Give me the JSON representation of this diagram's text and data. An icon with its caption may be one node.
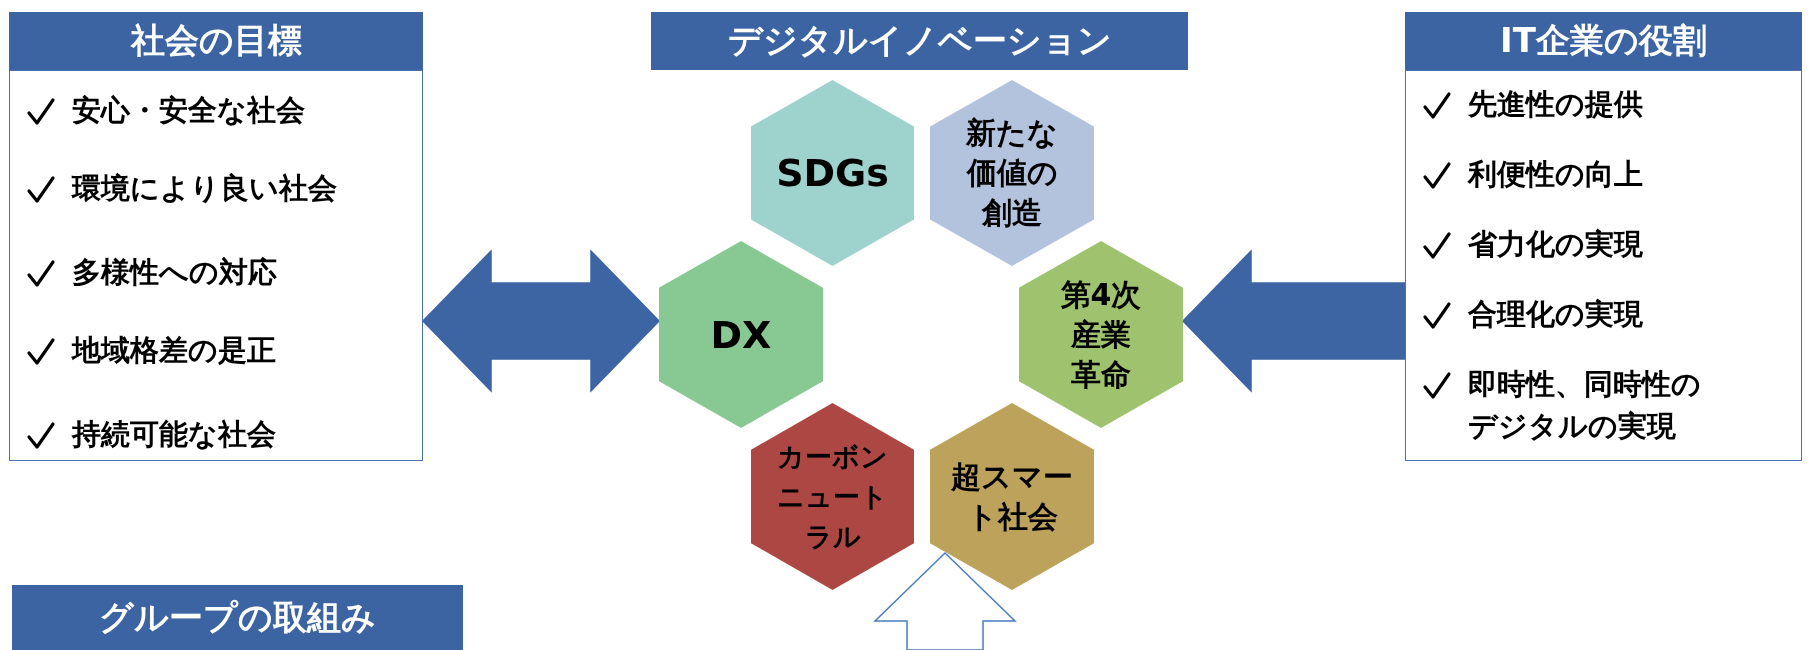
{
  "diagram": {
    "nodes": [
      {
        "text": [
          "社会の目標",
          "安心・安全な社会",
          "環境により良い社会",
          "多様性への対応",
          "地域格差の是正",
          "持続可能な社会"
        ]
      },
      {
        "text": [
          "デジタルイノベーション"
        ]
      },
      {
        "text": [
          "SDGs"
        ]
      },
      {
        "text": [
          "新たな価値の創造"
        ]
      },
      {
        "text": [
          "DX"
        ]
      },
      {
        "text": [
          "第4次産業革命"
        ]
      },
      {
        "text": [
          "カーボンニュートラル"
        ]
      },
      {
        "text": [
          "超スマート社会"
        ]
      },
      {
        "text": [
          "IT企業の役割",
          "先進性の提供",
          "利便性の向上",
          "省力化の実現",
          "合理化の実現",
          "即時性、同時性のデジタルの実現"
        ]
      },
      {
        "text": [
          "グループの取組み"
        ]
      }
    ],
    "edges": [
      {
        "from": 0,
        "to": 4,
        "arrow": "both"
      },
      {
        "from": 8,
        "to": 5,
        "arrow": "to"
      },
      {
        "from": null,
        "to": 7,
        "arrow": "to"
      }
    ]
  }
}
